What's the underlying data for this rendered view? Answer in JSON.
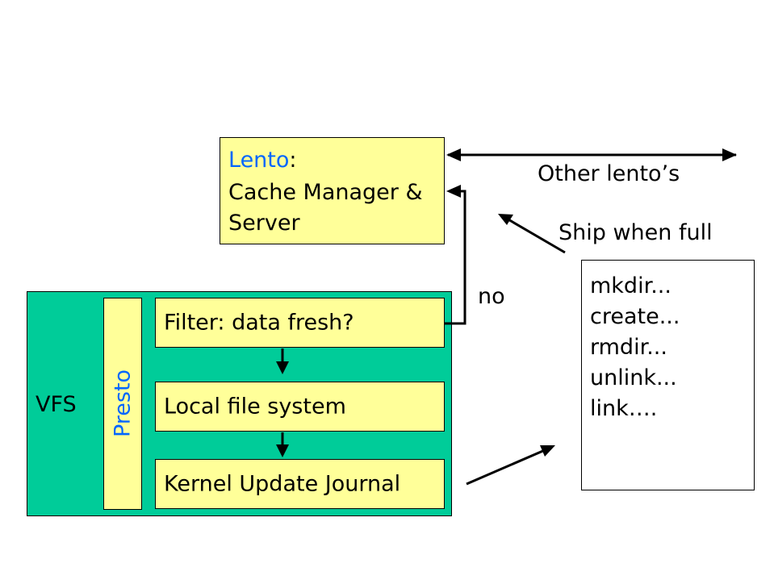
{
  "lento": {
    "name": "Lento",
    "colon": ":",
    "line2": "Cache Manager &",
    "line3": "Server"
  },
  "vfs": {
    "label": "VFS"
  },
  "presto": {
    "label": "Presto"
  },
  "stack": {
    "filter": "Filter: data fresh?",
    "local_fs": "Local file system",
    "journal": "Kernel Update Journal"
  },
  "labels": {
    "other_lentos": "Other lento’s",
    "ship_when_full": "Ship when full",
    "no": "no"
  },
  "journal_entries": [
    "mkdir...",
    "create...",
    "rmdir...",
    "unlink...",
    "link…."
  ],
  "colors": {
    "lento_name": "#0066ff",
    "presto_label": "#0066ff",
    "box_fill": "#ffff99",
    "vfs_fill": "#00cc99"
  }
}
